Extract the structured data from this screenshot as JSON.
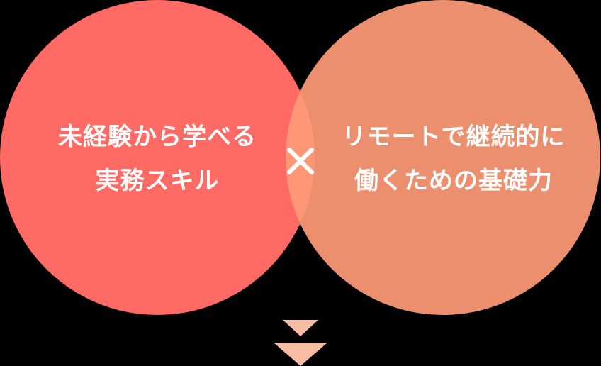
{
  "diagram": {
    "left_circle": {
      "line1": "未経験から学べる",
      "line2": "実務スキル",
      "color": "#ff6a64"
    },
    "right_circle": {
      "line1": "リモートで継続的に",
      "line2": "働くための基礎力",
      "color": "#ff9b78"
    },
    "operator": "times-icon",
    "arrows": {
      "icon": "double-down-triangle-icon",
      "color": "#f8bba4"
    }
  }
}
